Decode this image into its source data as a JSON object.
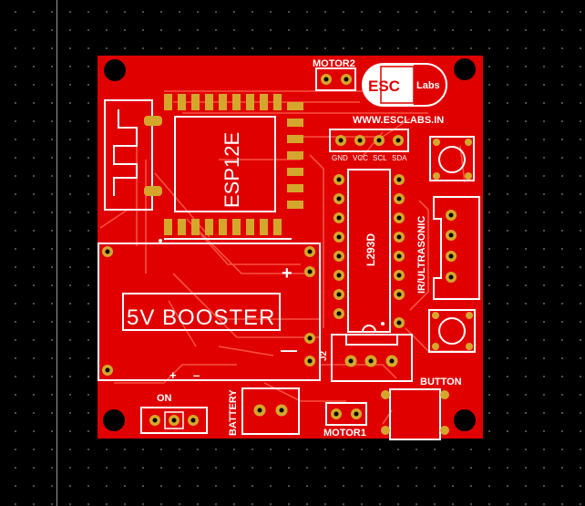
{
  "board": {
    "brand": {
      "logo_left": "ESC",
      "logo_right": "Labs",
      "url": "WWW.ESCLABS.IN"
    },
    "labels": {
      "motor2": "MOTOR2",
      "motor1": "MOTOR1",
      "esp": "ESP12E",
      "driver": "L293D",
      "booster": "5V BOOSTER",
      "booster_plus": "+",
      "booster_minus": "—",
      "bottom_plus": "+",
      "bottom_minus": "–",
      "header_pins": [
        "GND",
        "VCC",
        "SCL",
        "SDA"
      ],
      "sensor": "IR/ULTRASONIC",
      "button": "BUTTON",
      "battery": "BATTERY",
      "on": "ON",
      "j2": "J2"
    }
  },
  "colors": {
    "board": "#e00000",
    "copper_pad": "#d4a72c",
    "silkscreen": "#ffffff",
    "background": "#000000"
  }
}
